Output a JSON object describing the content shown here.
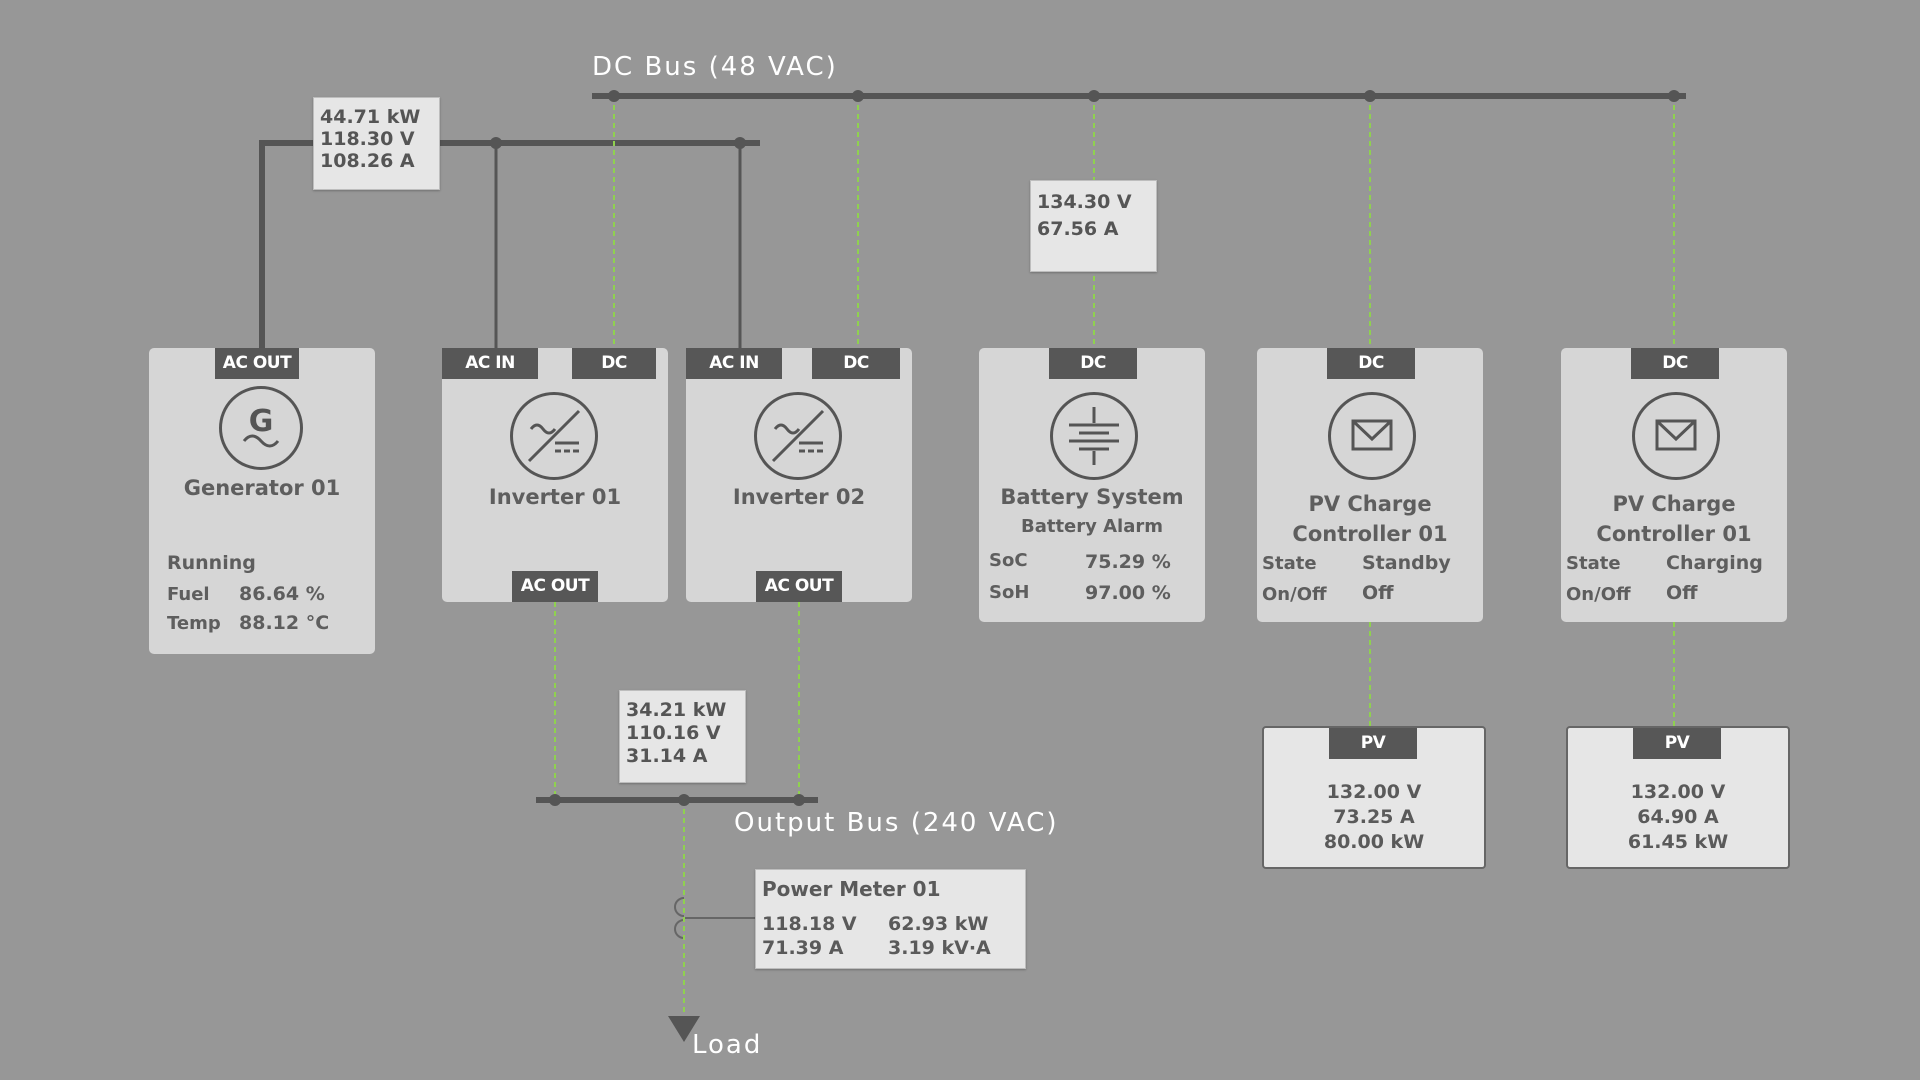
{
  "buses": {
    "dc_label": "DC Bus (48 VAC)",
    "output_label": "Output Bus (240 VAC)",
    "load_label": "Load"
  },
  "readouts": {
    "generator_line": {
      "power": "44.71 kW",
      "voltage": "118.30 V",
      "current": "108.26 A"
    },
    "battery_line": {
      "voltage": "134.30 V",
      "current": "67.56 A"
    },
    "output_line": {
      "power": "34.21 kW",
      "voltage": "110.16 V",
      "current": "31.14 A"
    }
  },
  "generator": {
    "port_ac_out": "AC OUT",
    "name": "Generator 01",
    "status": "Running",
    "fuel_label": "Fuel",
    "fuel_value": "86.64 %",
    "temp_label": "Temp",
    "temp_value": "88.12 °C"
  },
  "inverter1": {
    "port_ac_in": "AC IN",
    "port_dc": "DC",
    "name": "Inverter 01",
    "port_ac_out": "AC OUT"
  },
  "inverter2": {
    "port_ac_in": "AC IN",
    "port_dc": "DC",
    "name": "Inverter 02",
    "port_ac_out": "AC OUT"
  },
  "battery": {
    "port_dc": "DC",
    "name": "Battery System",
    "alarm": "Battery Alarm",
    "soc_label": "SoC",
    "soc_value": "75.29 %",
    "soh_label": "SoH",
    "soh_value": "97.00 %"
  },
  "pvcc1": {
    "port_dc": "DC",
    "name_line1": "PV Charge",
    "name_line2": "Controller 01",
    "state_label": "State",
    "state_value": "Standby",
    "onoff_label": "On/Off",
    "onoff_value": "Off"
  },
  "pvcc2": {
    "port_dc": "DC",
    "name_line1": "PV Charge",
    "name_line2": "Controller 01",
    "state_label": "State",
    "state_value": "Charging",
    "onoff_label": "On/Off",
    "onoff_value": "Off"
  },
  "pv1": {
    "port": "PV",
    "voltage": "132.00 V",
    "current": "73.25 A",
    "power": "80.00 kW"
  },
  "pv2": {
    "port": "PV",
    "voltage": "132.00 V",
    "current": "64.90 A",
    "power": "61.45 kW"
  },
  "power_meter": {
    "name": "Power Meter 01",
    "voltage": "118.18 V",
    "current": "71.39 A",
    "power": "62.93 kW",
    "apparent_power": "3.19 kV·A"
  },
  "colors": {
    "background": "#979797",
    "bus_line": "#555555",
    "dc_link": "#8fd14f",
    "panel": "#d6d6d6",
    "port": "#575757"
  }
}
